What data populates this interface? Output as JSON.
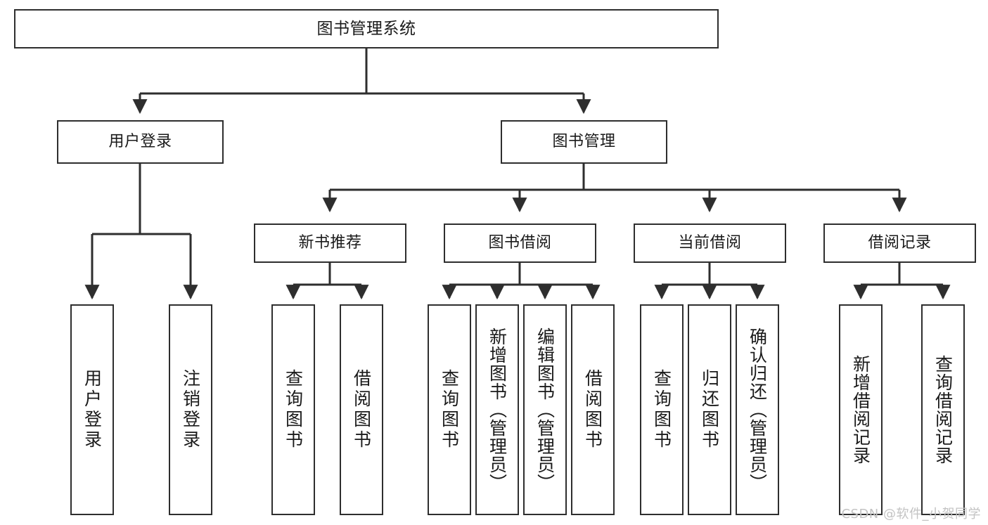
{
  "diagram": {
    "title": "图书管理系统",
    "watermark": "CSDN @软件_小贺同学",
    "stroke_color": "#2e2e2e",
    "background_color": "#ffffff",
    "text_color": "#1a1a1a",
    "root": {
      "label": "图书管理系统"
    },
    "level2": [
      {
        "label": "用户登录"
      },
      {
        "label": "图书管理"
      }
    ],
    "level3": [
      {
        "label": "新书推荐"
      },
      {
        "label": "图书借阅"
      },
      {
        "label": "当前借阅"
      },
      {
        "label": "借阅记录"
      }
    ],
    "leaves": {
      "user_login": [
        {
          "label": "用户登录"
        },
        {
          "label": "注销登录"
        }
      ],
      "new_book_recommend": [
        {
          "label": "查询图书"
        },
        {
          "label": "借阅图书"
        }
      ],
      "book_borrow": [
        {
          "label": "查询图书"
        },
        {
          "label": "新增图书（管理员）"
        },
        {
          "label": "编辑图书（管理员）"
        },
        {
          "label": "借阅图书"
        }
      ],
      "current_borrow": [
        {
          "label": "查询图书"
        },
        {
          "label": "归还图书"
        },
        {
          "label": "确认归还（管理员）"
        }
      ],
      "borrow_record": [
        {
          "label": "新增借阅记录"
        },
        {
          "label": "查询借阅记录"
        }
      ]
    }
  }
}
